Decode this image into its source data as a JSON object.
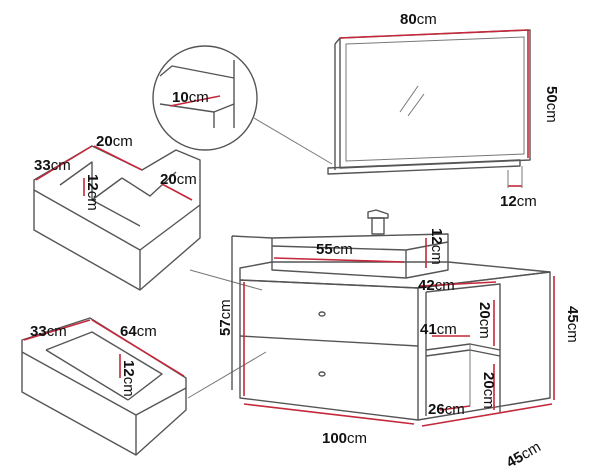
{
  "dimensions": {
    "mirror_width": {
      "num": "80",
      "unit": "cm"
    },
    "mirror_height": {
      "num": "50",
      "unit": "cm"
    },
    "mirror_shelf_depth": {
      "num": "12",
      "unit": "cm"
    },
    "detail_thickness": {
      "num": "10",
      "unit": "cm"
    },
    "upper_drawer_depth": {
      "num": "33",
      "unit": "cm"
    },
    "upper_drawer_width": {
      "num": "20",
      "unit": "cm"
    },
    "upper_drawer_height": {
      "num": "12",
      "unit": "cm"
    },
    "upper_drawer_inner": {
      "num": "20",
      "unit": "cm"
    },
    "basin_width": {
      "num": "55",
      "unit": "cm"
    },
    "basin_height": {
      "num": "12",
      "unit": "cm"
    },
    "shelf_width": {
      "num": "42",
      "unit": "cm"
    },
    "shelf_inner_width": {
      "num": "41",
      "unit": "cm"
    },
    "shelf_upper_height": {
      "num": "20",
      "unit": "cm"
    },
    "shelf_lower_height": {
      "num": "20",
      "unit": "cm"
    },
    "shelf_depth": {
      "num": "26",
      "unit": "cm"
    },
    "cabinet_height": {
      "num": "57",
      "unit": "cm"
    },
    "side_height": {
      "num": "45",
      "unit": "cm"
    },
    "total_width": {
      "num": "100",
      "unit": "cm"
    },
    "total_depth": {
      "num": "45",
      "unit": "cm"
    },
    "lower_drawer_depth": {
      "num": "33",
      "unit": "cm"
    },
    "lower_drawer_width": {
      "num": "64",
      "unit": "cm"
    },
    "lower_drawer_height": {
      "num": "12",
      "unit": "cm"
    }
  },
  "colors": {
    "outline": "#555555",
    "dimension_line": "#c4283a",
    "text": "#111111"
  }
}
